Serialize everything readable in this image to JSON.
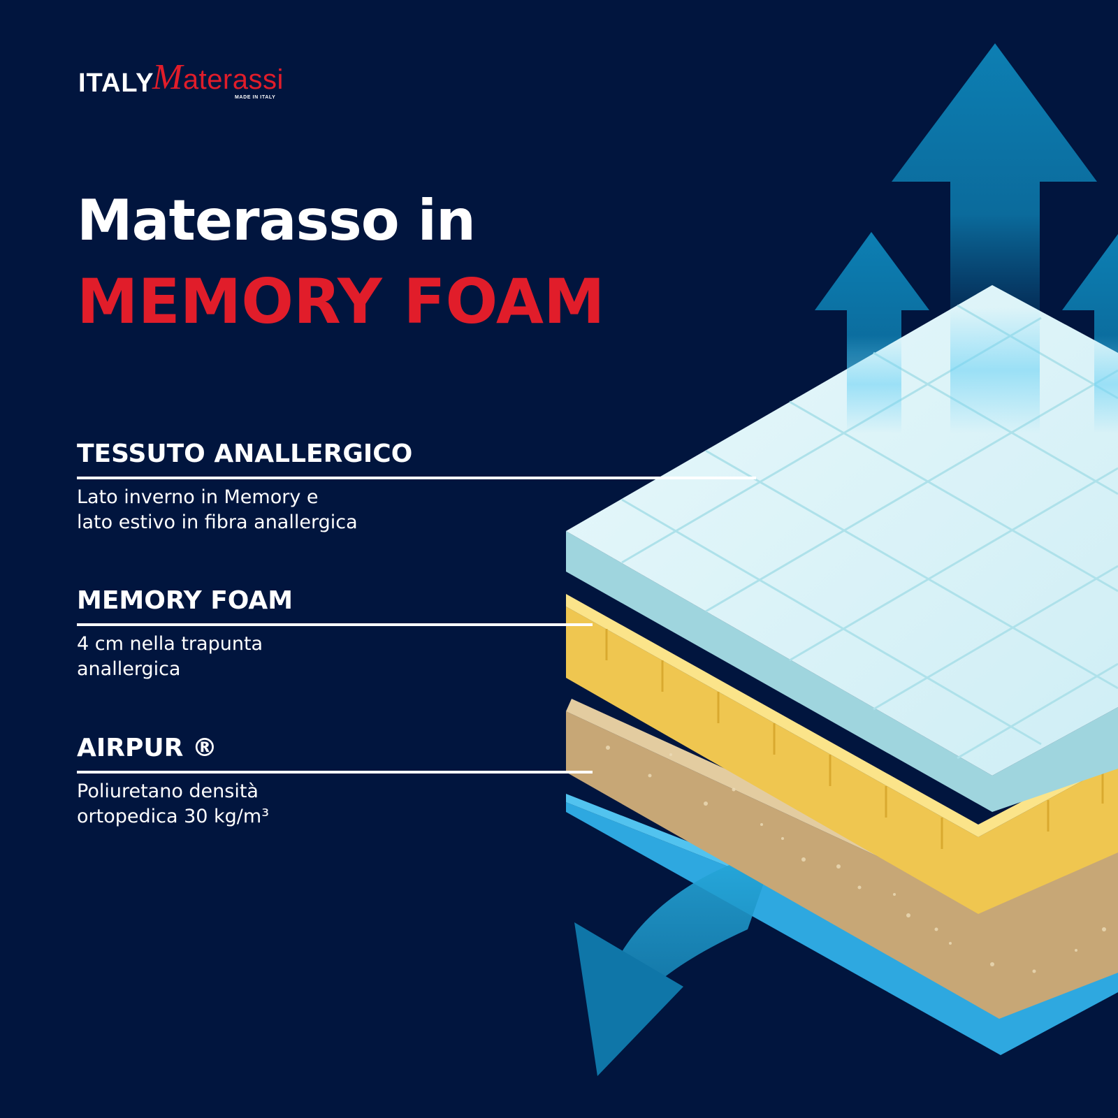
{
  "brand": {
    "name_part_1": "ITALY",
    "name_part_2_initial": "M",
    "name_part_2_rest": "aterassi",
    "tagline": "MADE IN ITALY"
  },
  "headline": {
    "line_1": "Materasso in",
    "line_2": "MEMORY FOAM"
  },
  "layers": [
    {
      "title": "TESSUTO ANALLERGICO",
      "description_line_1": "Lato inverno in Memory e",
      "description_line_2": "lato estivo in fibra anallergica"
    },
    {
      "title": "MEMORY FOAM",
      "description_line_1": "4 cm nella trapunta",
      "description_line_2": "anallergica"
    },
    {
      "title": "AIRPUR ®",
      "description_line_1": "Poliuretano densità",
      "description_line_2": "ortopedica 30 kg/m³"
    }
  ],
  "colors": {
    "background": "#01153e",
    "accent_red": "#e11d2a",
    "arrow_blue": "#0d7fb3",
    "top_layer": "#d9f1f7",
    "memory_layer": "#f6d35c",
    "airpur_layer": "#d9bf90",
    "base_layer": "#2ea8e0"
  }
}
